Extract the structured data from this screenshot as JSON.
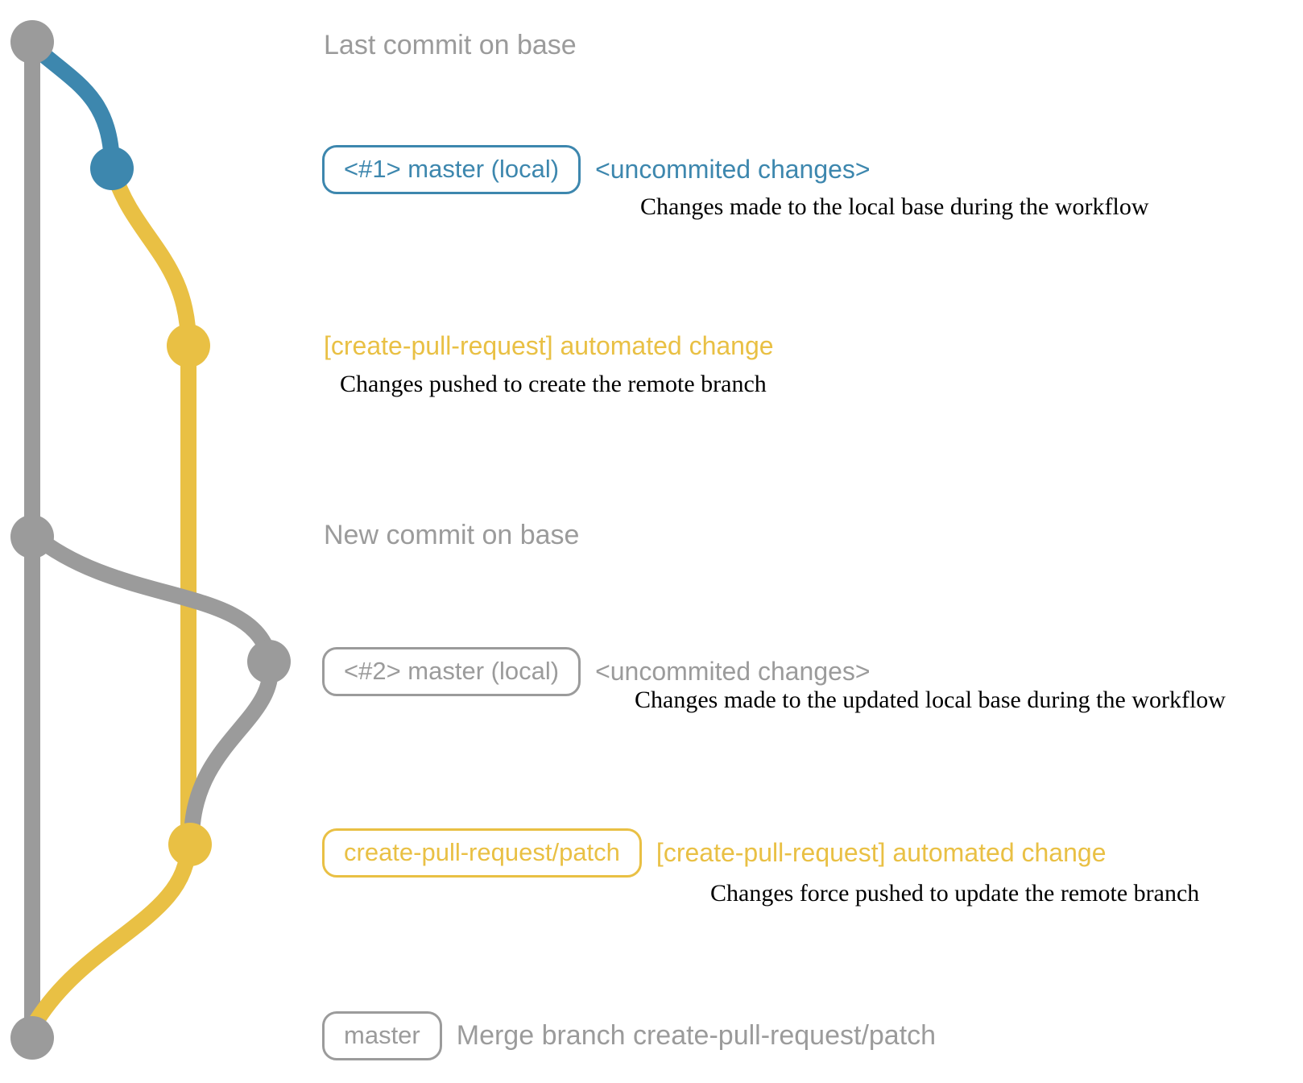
{
  "colors": {
    "gray": "#9b9b9b",
    "blue": "#3d87ae",
    "yellow": "#e9c044",
    "caption_text": "#000000"
  },
  "graph": {
    "description": "git branch graph with base trunk, local master branch and create-pull-request/patch branch",
    "node_count": 7
  },
  "annotations": {
    "last_commit": {
      "label": "Last commit on base"
    },
    "commit1": {
      "badge": "<#1> master (local)",
      "status": "<uncommited changes>",
      "description": "Changes made to the local base during the workflow"
    },
    "auto_change1": {
      "label": "[create-pull-request] automated change",
      "description": "Changes pushed to create the remote branch"
    },
    "new_commit": {
      "label": "New commit on base"
    },
    "commit2": {
      "badge": "<#2> master (local)",
      "status": "<uncommited changes>",
      "description": "Changes made to the updated local base during the workflow"
    },
    "auto_change2": {
      "badge": "create-pull-request/patch",
      "label": "[create-pull-request] automated change",
      "description": "Changes force pushed to update the remote branch"
    },
    "merge": {
      "badge": "master",
      "label": "Merge branch create-pull-request/patch"
    }
  }
}
